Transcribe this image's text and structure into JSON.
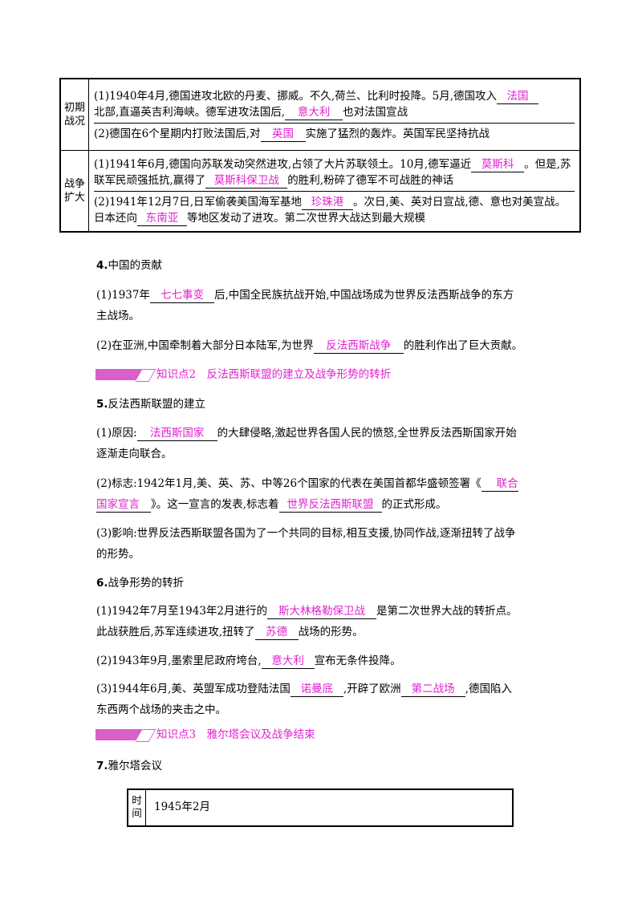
{
  "table": {
    "row1": {
      "label": "初期战况",
      "p1_a": "(1)1940年4月,德国进攻北欧的丹麦、挪威。不久,荷兰、比利时投降。5月,德国攻入",
      "p1_ans1": "法国",
      "p1_b": "北部,直逼英吉利海峡。德军进攻法国后,",
      "p1_ans2": "意大利",
      "p1_c": "也对法国宣战",
      "p2_a": "(2)德国在6个星期内打败法国后,对",
      "p2_ans": "英国",
      "p2_b": "实施了猛烈的轰炸。英国军民坚持抗战"
    },
    "row2": {
      "label": "战争扩大",
      "p1_a": "(1)1941年6月,德国向苏联发动突然进攻,占领了大片苏联领土。10月,德军逼近",
      "p1_ans1": "莫斯科",
      "p1_b": "。但是,苏联军民顽强抵抗,赢得了",
      "p1_ans2": "莫斯科保卫战",
      "p1_c": "的胜利,粉碎了德军不可战胜的神话",
      "p2_a": "(2)1941年12月7日,日军偷袭美国海军基地",
      "p2_ans1": "珍珠港",
      "p2_b": "。次日,美、英对日宣战,德、意也对美宣战。日本还向",
      "p2_ans2": "东南亚",
      "p2_c": "等地区发动了进攻。第二次世界大战达到最大规模"
    }
  },
  "s4": {
    "num": "4.",
    "title": "中国的贡献",
    "p1_a": "(1)1937年",
    "p1_ans": "七七事变",
    "p1_b": "后,中国全民族抗战开始,中国战场成为世界反法西斯战争的东方",
    "p1_c": "主战场。",
    "p2_a": "(2)在亚洲,中国牵制着大部分日本陆军,为世界",
    "p2_ans": "反法西斯战争",
    "p2_b": "的胜利作出了巨大贡献。"
  },
  "kp2": "知识点2　反法西斯联盟的建立及战争形势的转折",
  "s5": {
    "num": "5.",
    "title": "反法西斯联盟的建立",
    "p1_a": "(1)原因:",
    "p1_ans": "法西斯国家",
    "p1_b": "的大肆侵略,激起世界各国人民的愤怒,全世界反法西斯国家开始",
    "p1_c": "逐渐走向联合。",
    "p2_a": "(2)标志:1942年1月,美、英、苏、中等26个国家的代表在美国首都华盛顿签署《",
    "p2_ans1a": "联合",
    "p2_ans1b": "国家宣言",
    "p2_b": "》。这一宣言的发表,标志着",
    "p2_ans2": "世界反法西斯联盟",
    "p2_c": "的正式形成。",
    "p3_a": "(3)影响:世界反法西斯联盟各国为了一个共同的目标,相互支援,协同作战,逐渐扭转了战争",
    "p3_b": "的形势。"
  },
  "s6": {
    "num": "6.",
    "title": "战争形势的转折",
    "p1_a": "(1)1942年7月至1943年2月进行的",
    "p1_ans1": "斯大林格勒保卫战",
    "p1_b": "是第二次世界大战的转折点。",
    "p1_c": "此战获胜后,苏军连续进攻,扭转了",
    "p1_ans2": "苏德",
    "p1_d": "战场的形势。",
    "p2_a": "(2)1943年9月,墨索里尼政府垮台,",
    "p2_ans": "意大利",
    "p2_b": "宣布无条件投降。",
    "p3_a": "(3)1944年6月,美、英盟军成功登陆法国",
    "p3_ans1": "诺曼底",
    "p3_b": ",开辟了欧洲",
    "p3_ans2": "第二战场",
    "p3_c": ",德国陷入",
    "p3_d": "东西两个战场的夹击之中。"
  },
  "kp3": "知识点3　雅尔塔会议及战争结束",
  "s7": {
    "num": "7.",
    "title": "雅尔塔会议",
    "table_label": "时间",
    "table_value": "1945年2月"
  },
  "colors": {
    "answer": "#e020d0",
    "banner": "#d95fc9"
  }
}
